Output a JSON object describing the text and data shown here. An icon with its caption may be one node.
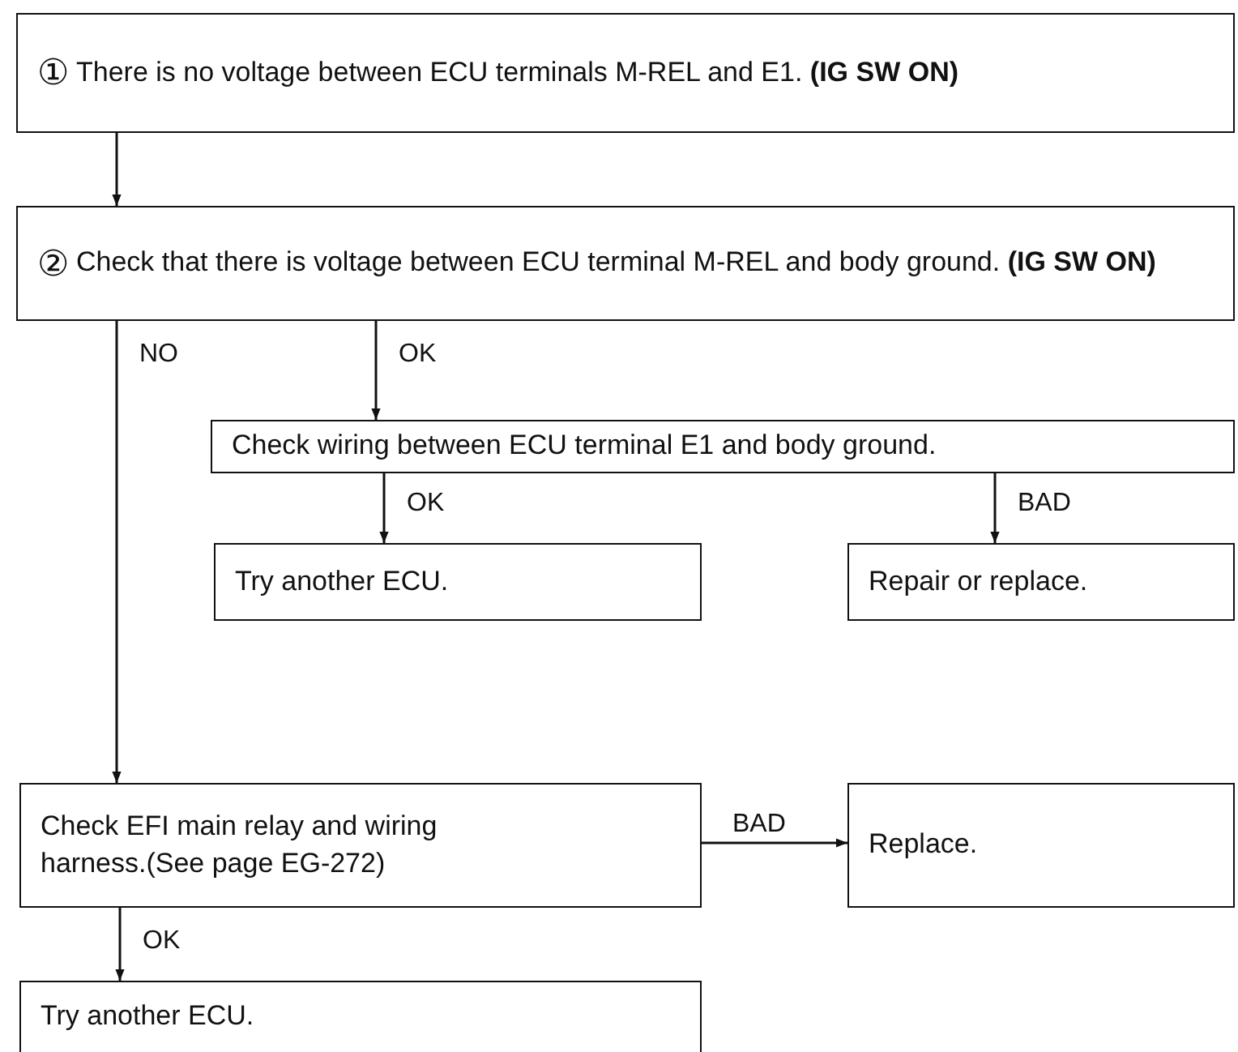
{
  "diagram": {
    "nodes": [
      {
        "text": [
          "①",
          "There is no voltage between ECU terminals M-REL and E1. **(IG SW ON)**"
        ]
      },
      {
        "text": [
          "②",
          "Check that there is voltage between ECU terminal M-REL and body ground. **(IG SW ON)**"
        ]
      },
      {
        "text": [
          "Check wiring between ECU terminal E1 and body ground."
        ]
      },
      {
        "text": [
          "Try another ECU."
        ]
      },
      {
        "text": [
          "Repair or replace."
        ]
      },
      {
        "text": [
          "Check EFI main relay and wiring harness.(See page EG-272)"
        ]
      },
      {
        "text": [
          "Replace."
        ]
      },
      {
        "text": [
          "Try another ECU."
        ]
      }
    ],
    "edges": [
      {
        "from": 0,
        "to": 1,
        "arrow": "to"
      },
      {
        "from": 1,
        "to": 5,
        "arrow": "to",
        "label": "NO"
      },
      {
        "from": 1,
        "to": 2,
        "arrow": "to",
        "label": "OK"
      },
      {
        "from": 2,
        "to": 3,
        "arrow": "to",
        "label": "OK"
      },
      {
        "from": 2,
        "to": 4,
        "arrow": "to",
        "label": "BAD"
      },
      {
        "from": 5,
        "to": 6,
        "arrow": "to",
        "label": "BAD"
      },
      {
        "from": 5,
        "to": 7,
        "arrow": "to",
        "label": "OK"
      }
    ]
  }
}
